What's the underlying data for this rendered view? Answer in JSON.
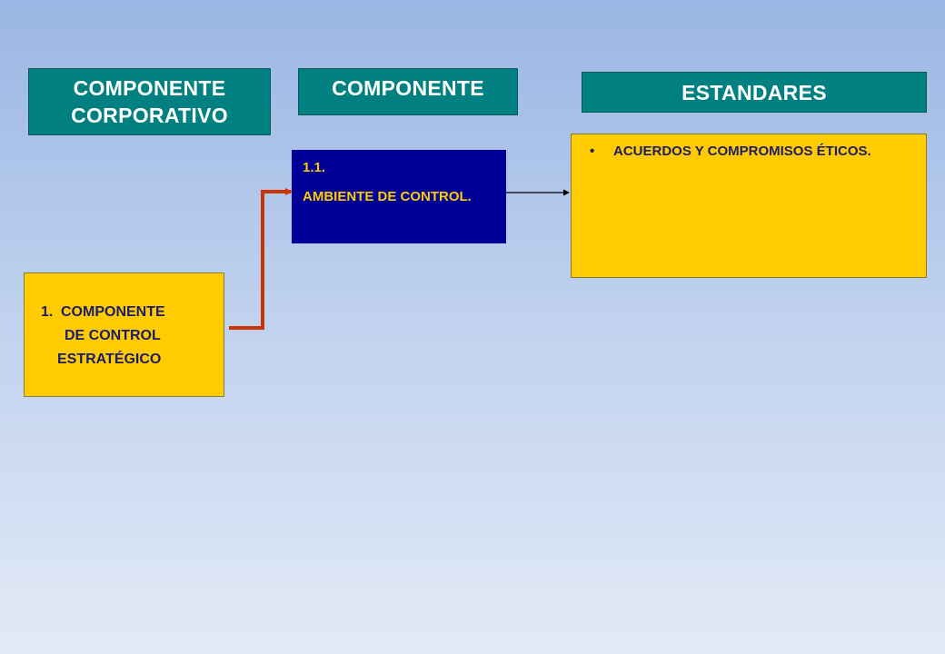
{
  "headers": {
    "corporate": [
      "COMPONENTE",
      "CORPORATIVO"
    ],
    "component": "COMPONENTE",
    "standards": "ESTANDARES"
  },
  "strategic_box": {
    "number": "1.",
    "lines": [
      "COMPONENTE",
      "DE CONTROL",
      "ESTRATÉGICO"
    ]
  },
  "component_box": {
    "number": "1.1.",
    "title": "AMBIENTE DE CONTROL."
  },
  "standards_box": {
    "bullet": "•",
    "items": [
      "ACUERDOS Y COMPROMISOS ÉTICOS."
    ]
  },
  "colors": {
    "header_bg": "#008080",
    "header_text": "#ffffff",
    "yellow_box": "#ffcc00",
    "blue_box": "#000099",
    "connector_red": "#cc3300",
    "connector_black": "#000000"
  }
}
